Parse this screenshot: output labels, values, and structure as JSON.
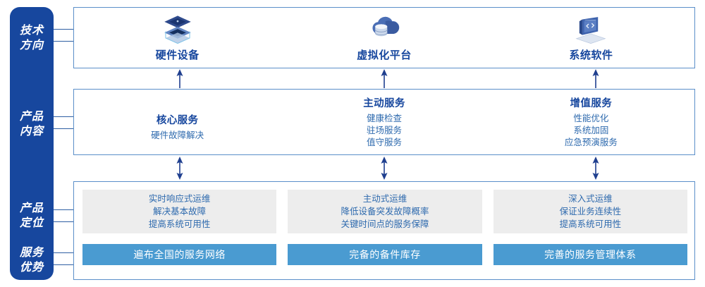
{
  "rail": {
    "labels": [
      {
        "text": "技术\n方向"
      },
      {
        "text": "产品\n内容"
      },
      {
        "text": "产品\n定位"
      },
      {
        "text": "服务\n优势"
      }
    ]
  },
  "tech_direction": {
    "columns": [
      {
        "icon": "server-stack-icon",
        "title": "硬件设备"
      },
      {
        "icon": "cloud-database-icon",
        "title": "虚拟化平台"
      },
      {
        "icon": "laptop-code-icon",
        "title": "系统软件"
      }
    ]
  },
  "product_content": {
    "columns": [
      {
        "title": "核心服务",
        "items": [
          "硬件故障解决"
        ]
      },
      {
        "title": "主动服务",
        "items": [
          "健康检查",
          "驻场服务",
          "值守服务"
        ]
      },
      {
        "title": "增值服务",
        "items": [
          "性能优化",
          "系统加固",
          "应急预演服务"
        ]
      }
    ]
  },
  "product_positioning": {
    "cards": [
      {
        "lines": [
          "实时响应式运维",
          "解决基本故障",
          "提高系统可用性"
        ]
      },
      {
        "lines": [
          "主动式运维",
          "降低设备突发故障概率",
          "关键时间点的服务保障"
        ]
      },
      {
        "lines": [
          "深入式运维",
          "保证业务连续性",
          "提高系统可用性"
        ]
      }
    ]
  },
  "service_advantage": {
    "bars": [
      {
        "label": "遍布全国的服务网络"
      },
      {
        "label": "完备的备件库存"
      },
      {
        "label": "完善的服务管理体系"
      }
    ]
  },
  "colors": {
    "rail_blue": "#17479E",
    "panel_border": "#5B8FC9",
    "title_blue": "#17479E",
    "body_blue": "#2E6AAE",
    "card_gray": "#EDEDED",
    "bar_blue": "#4A9BD1",
    "arrow_blue": "#1F3F8F"
  }
}
